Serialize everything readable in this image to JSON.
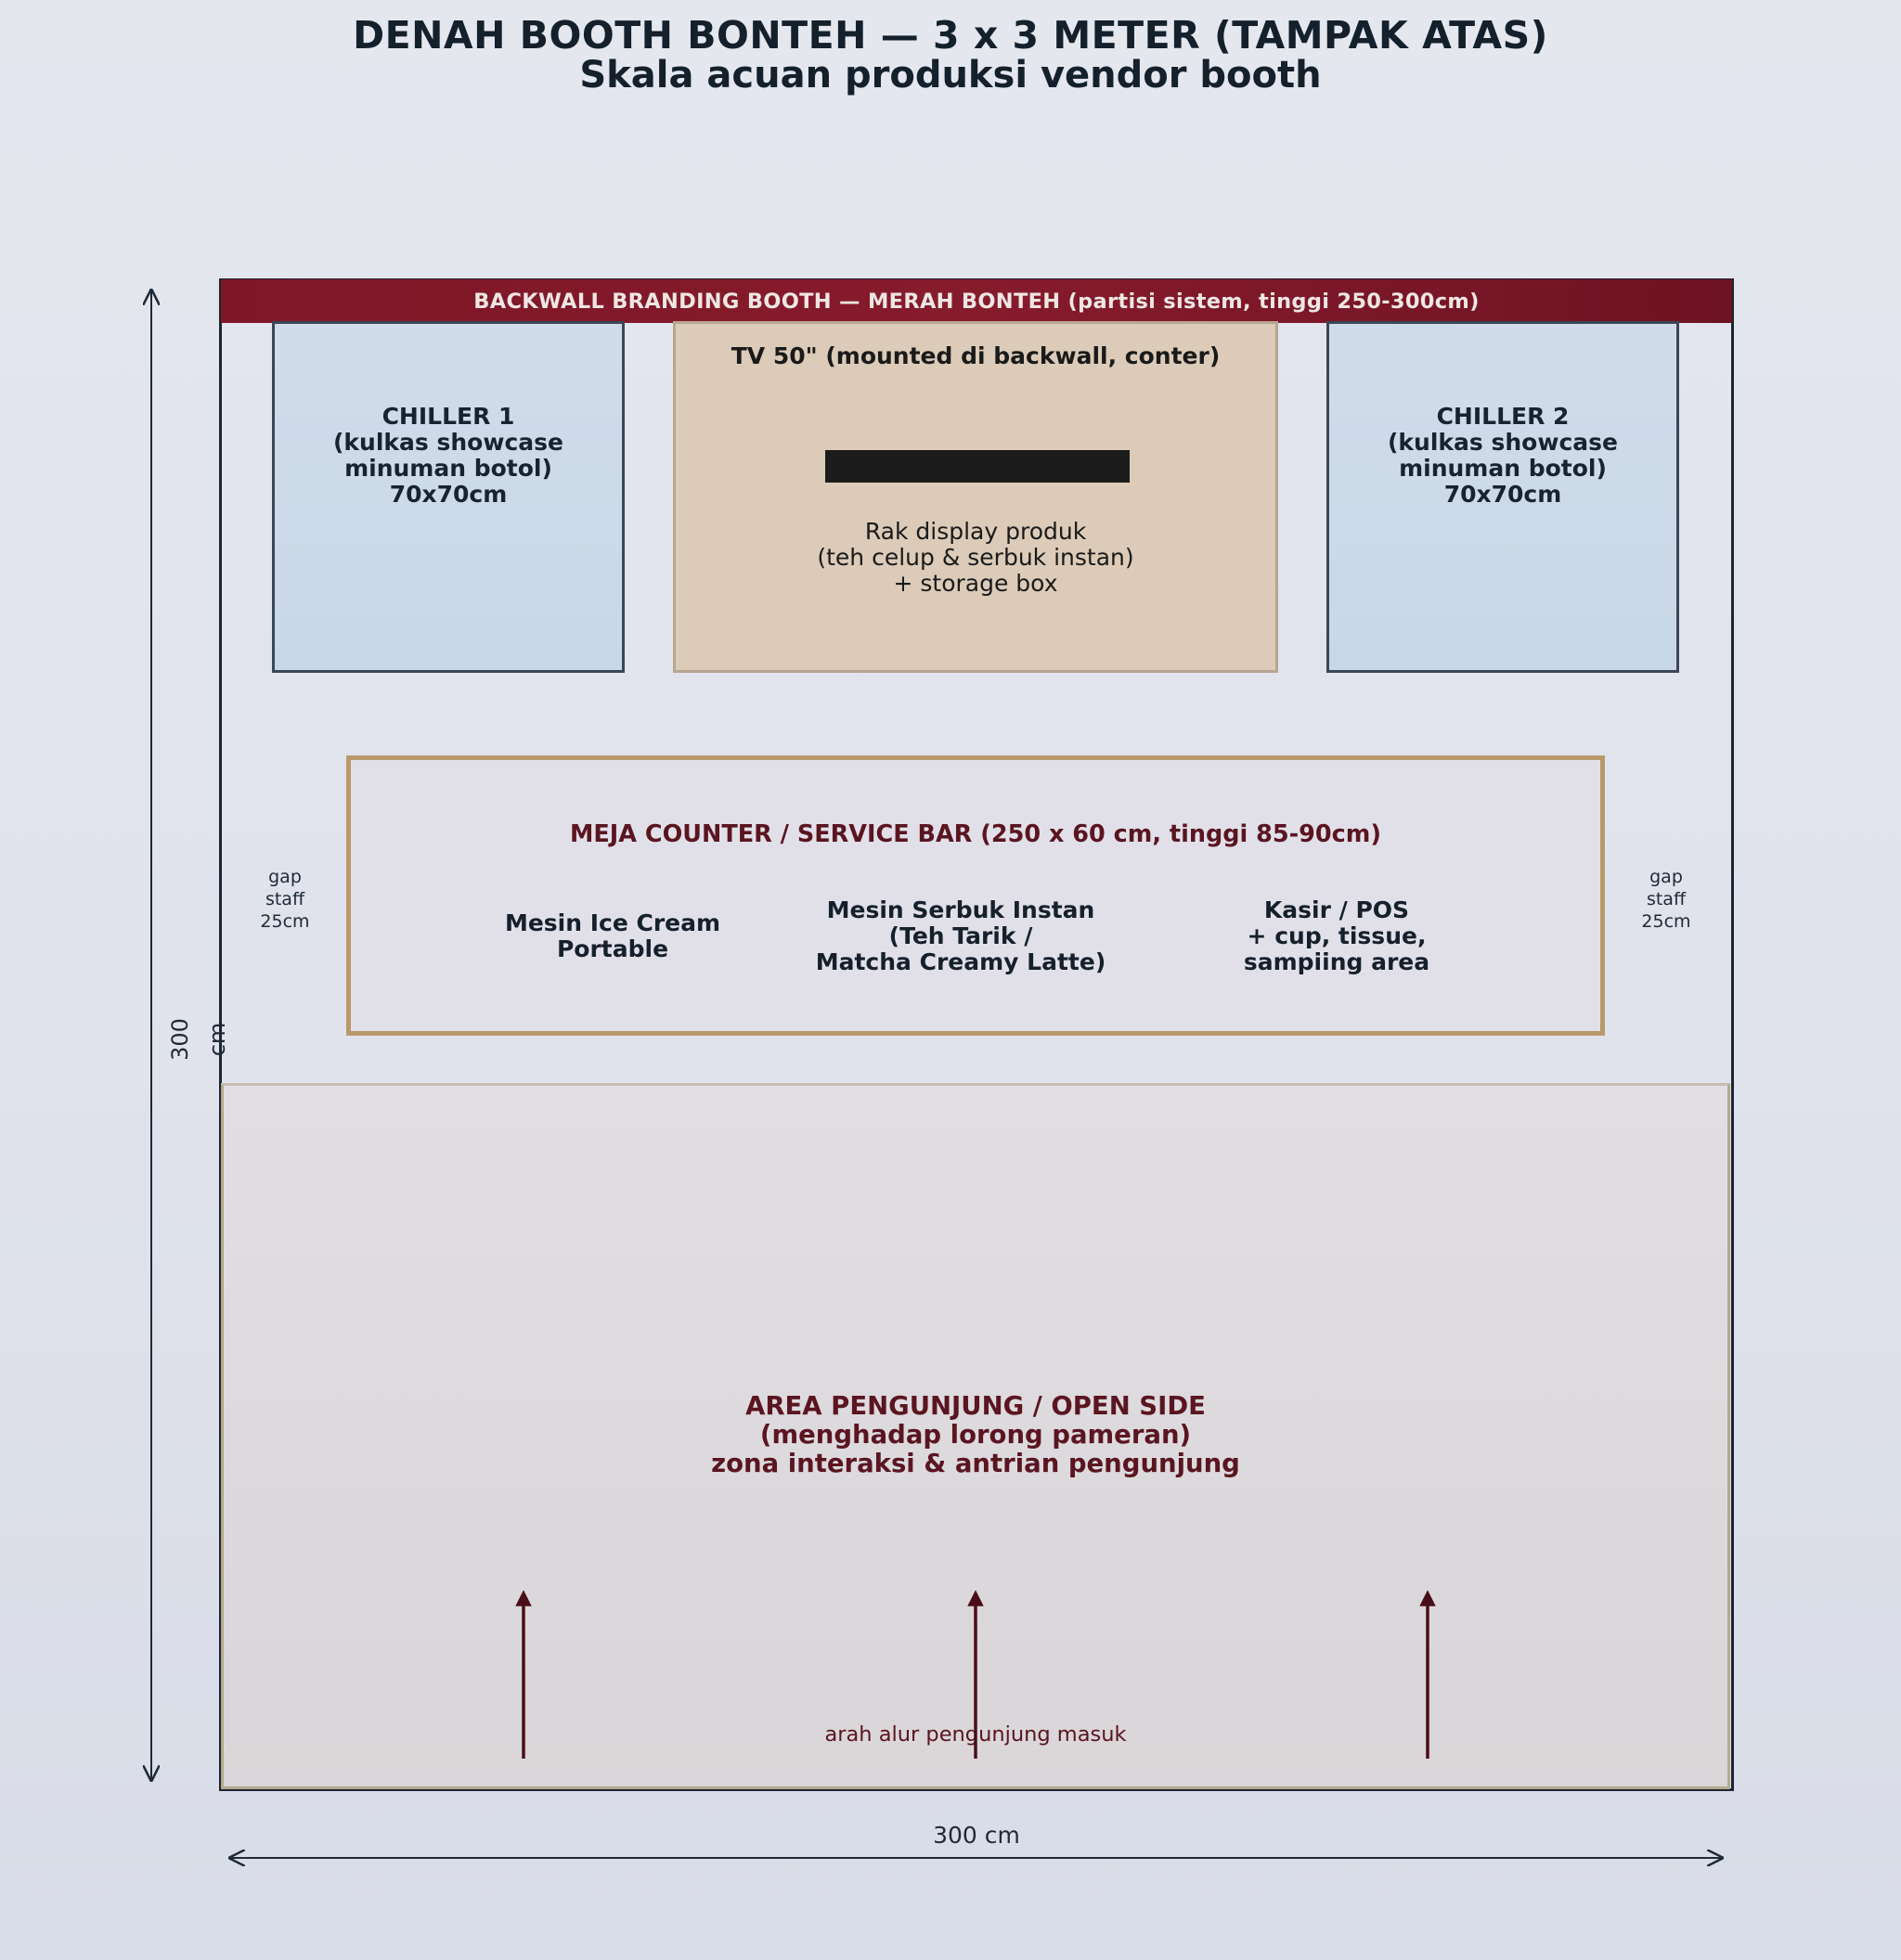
{
  "title": "DENAH BOOTH BONTEH — 3 x 3 METER (TAMPAK ATAS)",
  "subtitle": "Skala acuan produksi vendor booth",
  "backwall": {
    "label": "BACKWALL BRANDING BOOTH — MERAH BONTEH (partisi sistem, tinggi 250-300cm)",
    "color": "#861b2c"
  },
  "chiller_1": {
    "label": "CHILLER 1\n(kulkas showcase\nminuman botol)\n70x70cm"
  },
  "chiller_2": {
    "label": "CHILLER 2\n(kulkas showcase\nminuman botol)\n70x70cm"
  },
  "tv": {
    "label": "TV 50\" (mounted di backwall, conter)"
  },
  "rack": {
    "label": "Rak display produk\n(teh celup & serbuk instan)\n+ storage box"
  },
  "counter": {
    "title": "MEJA COUNTER / SERVICE BAR  (250 x 60 cm, tinggi 85-90cm)",
    "items": [
      "Mesin Ice Cream\nPortable",
      "Mesin Serbuk Instan\n(Teh Tarik /\nMatcha Creamy Latte)",
      "Kasir / POS\n+ cup, tissue,\nsampiing area"
    ]
  },
  "gap_left": "gap\nstaff\n25cm",
  "gap_right": "gap\nstaff\n25cm",
  "visitor_area": {
    "label": "AREA PENGUNJUNG / OPEN SIDE\n(menghadap lorong pameran)\nzona interaksi & antrian pengunjung",
    "flow_label": "arah alur pengunjung masuk",
    "arrow_color": "#4a0e18"
  },
  "dimensions": {
    "height": "300 cm",
    "width": "300 cm"
  }
}
